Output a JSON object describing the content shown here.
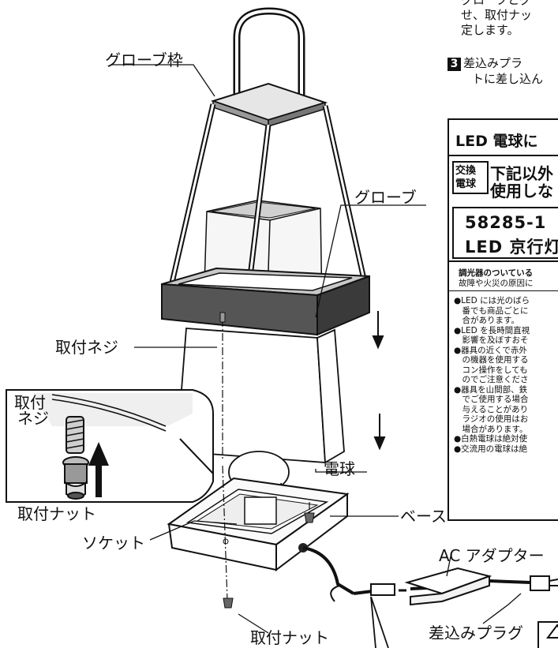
{
  "labels": {
    "globe_frame": "グローブ枠",
    "globe": "グローブ",
    "mount_screw": "取付ネジ",
    "bulb": "電球",
    "base": "ベース",
    "socket": "ソケット",
    "mount_nut_bottom": "取付ナット",
    "ac_adapter": "AC アダプター",
    "plug": "差込みプラグ"
  },
  "inset": {
    "screw_line1": "取付",
    "screw_line2": "ネジ",
    "nut": "取付ナット"
  },
  "instructions": {
    "step2_lines": [
      "グローブとグ",
      "せ、取付ナッ",
      "定します。"
    ],
    "step3_number": "3",
    "step3_lines": [
      "差込みプラ",
      "トに差し込ん"
    ]
  },
  "notice": {
    "title": "LED 電球に",
    "badge_line1": "交換",
    "badge_line2": "電球",
    "exchange_line1": "下記以外",
    "exchange_line2": "使用しな",
    "model_line1": "58285-1",
    "model_line2": "LED 京行灯",
    "dimmer_title": "調光器のついている",
    "dimmer_text": "故障や火災の原因に",
    "bullets": [
      "●LED には光のばら",
      "　番でも商品ごとに",
      "　合があります。",
      "●LED を長時間直視",
      "　影響を及ぼすおそ",
      "●器具の近くで赤外",
      "　の機器を使用する",
      "　コン操作をしても",
      "　のでご注意くださ",
      "●器具を山間部、鉄",
      "　でご使用する場合",
      "　与えることがあり",
      "　ラジオの使用はお",
      "　場合があります。",
      "●白熱電球は絶対使",
      "●交流用の電球は絶"
    ]
  }
}
